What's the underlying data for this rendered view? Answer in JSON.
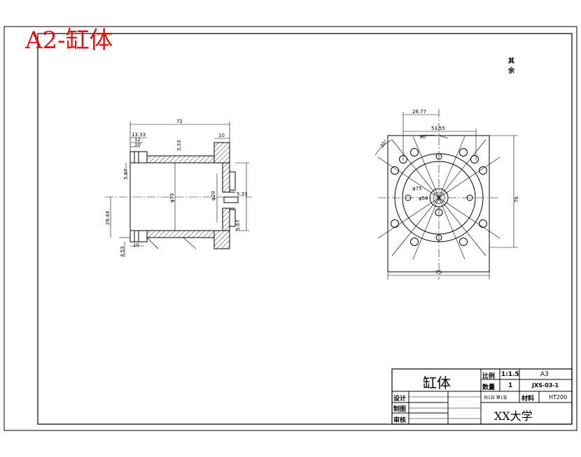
{
  "header": {
    "title": "A2-缸体",
    "corner_note_1": "其",
    "corner_note_2": "余"
  },
  "section_view": {
    "dim_total_length": "72",
    "dim_flange": "10",
    "dim_step_1": "13.33",
    "dim_step_2": "12",
    "dim_step_3": "10",
    "dim_wall": "3.33",
    "dim_left_1": "5.67",
    "dim_bore": "φ75",
    "dim_inner": "φ20",
    "dim_port": "5.33",
    "dim_right_1": "5.67",
    "dim_height": "29.44",
    "dim_bottom_1": "4.53",
    "dim_bottom_2": "10"
  },
  "end_view": {
    "dim_26": "26.77",
    "dim_53": "53.55",
    "angle_30": "30°",
    "angle_30b": "30°",
    "dim_phi_a": "φ75",
    "dim_phi_b": "φ58",
    "dim_side": "76",
    "dim_bottom": "75"
  },
  "title_block": {
    "part_name": "缸体",
    "scale_label": "比例",
    "scale_value": "1:1.5",
    "sheet_size": "A3",
    "qty_label": "数量",
    "qty_value": "1",
    "drawing_no": "JXS-03-1",
    "sheet_info": "共1张 第1张",
    "material_label": "材料",
    "material_value": "HT200",
    "designer_label": "设计",
    "drafter_label": "制图",
    "reviewer_label": "审核",
    "school": "XX大学"
  }
}
